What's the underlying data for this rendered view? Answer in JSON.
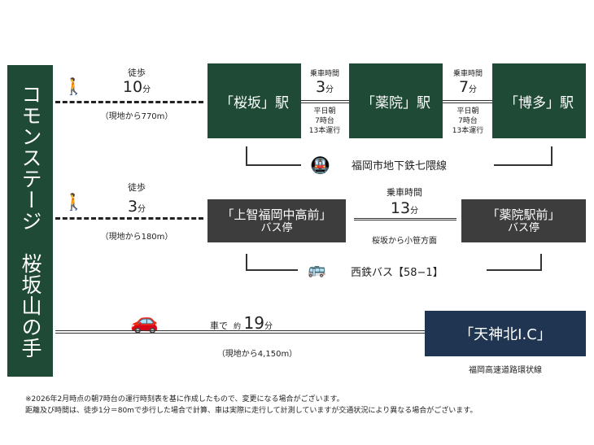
{
  "property": {
    "name": "コモンステージ　桜坂山の手"
  },
  "subway": {
    "walk": {
      "label": "徒歩",
      "time": "10",
      "unit": "分",
      "distance": "（現地から770m）"
    },
    "stations": [
      "「桜坂」駅",
      "「薬院」駅",
      "「博多」駅"
    ],
    "segments": [
      {
        "label": "乗車時間",
        "time": "3",
        "unit": "分",
        "freq1": "平日朝",
        "freq2": "7時台",
        "freq3": "13本運行"
      },
      {
        "label": "乗車時間",
        "time": "7",
        "unit": "分",
        "freq1": "平日朝",
        "freq2": "7時台",
        "freq3": "13本運行"
      }
    ],
    "line_name": "福岡市地下鉄七隈線"
  },
  "bus": {
    "walk": {
      "label": "徒歩",
      "time": "3",
      "unit": "分",
      "distance": "（現地から180m）"
    },
    "stop1": {
      "name": "「上智福岡中高前」",
      "sub": "バス停"
    },
    "stop2": {
      "name": "「薬院駅前」",
      "sub": "バス停"
    },
    "ride": {
      "label": "乗車時間",
      "time": "13",
      "unit": "分",
      "direction": "桜坂から小笹方面"
    },
    "line_name": "西鉄バス【58−1】"
  },
  "car": {
    "prefix": "車で",
    "approx": "約",
    "time": "19",
    "unit": "分",
    "distance": "（現地から4,150m）",
    "dest": "「天神北I.C」",
    "road": "福岡高速道路環状線"
  },
  "notes": [
    "※2026年2月時点の朝7時台の運行時刻表を基に作成したもので、変更になる場合がございます。",
    "距離及び時間は、徒歩1分＝80mで歩行した場合で計算、車は実際に走行して計測していますが交通状況により異なる場合がございます。"
  ]
}
